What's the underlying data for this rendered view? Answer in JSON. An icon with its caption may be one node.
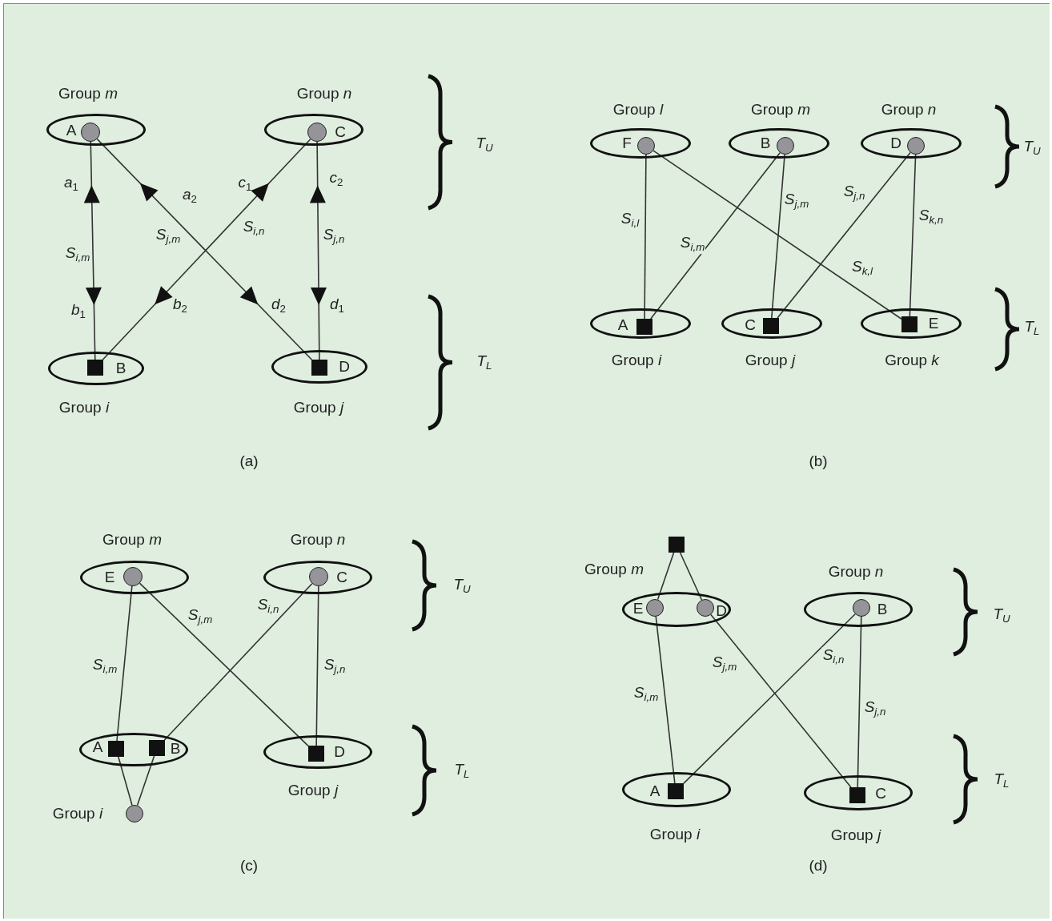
{
  "diagram": {
    "nodes": [
      {
        "text": [
          "Group *m*"
        ]
      },
      {
        "text": [],
        "shape": "circle",
        "beside": [
          "A"
        ],
        "in": 0
      },
      {
        "text": [
          "Group *n*"
        ]
      },
      {
        "text": [],
        "shape": "circle",
        "beside": [
          "C"
        ],
        "in": 2
      },
      {
        "text": [
          "Group *i*"
        ]
      },
      {
        "text": [],
        "shape": "box",
        "beside": [
          "B"
        ],
        "in": 4
      },
      {
        "text": [
          "Group *j*"
        ]
      },
      {
        "text": [],
        "shape": "box",
        "beside": [
          "D"
        ],
        "in": 6
      },
      {
        "text": [
          "Group *l*"
        ]
      },
      {
        "text": [],
        "shape": "circle",
        "beside": [
          "F"
        ],
        "in": 8
      },
      {
        "text": [
          "Group *m*"
        ]
      },
      {
        "text": [],
        "shape": "circle",
        "beside": [
          "B"
        ],
        "in": 10
      },
      {
        "text": [
          "Group *n*"
        ]
      },
      {
        "text": [],
        "shape": "circle",
        "beside": [
          "D"
        ],
        "in": 12
      },
      {
        "text": [
          "Group *i*"
        ]
      },
      {
        "text": [],
        "shape": "box",
        "beside": [
          "A"
        ],
        "in": 14
      },
      {
        "text": [
          "Group *j*"
        ]
      },
      {
        "text": [],
        "shape": "box",
        "beside": [
          "C"
        ],
        "in": 16
      },
      {
        "text": [
          "Group *k*"
        ]
      },
      {
        "text": [],
        "shape": "box",
        "beside": [
          "E"
        ],
        "in": 18
      },
      {
        "text": [
          "Group *m*"
        ]
      },
      {
        "text": [],
        "shape": "circle",
        "beside": [
          "E"
        ],
        "in": 20
      },
      {
        "text": [
          "Group *n*"
        ]
      },
      {
        "text": [],
        "shape": "circle",
        "beside": [
          "C"
        ],
        "in": 22
      },
      {
        "text": [],
        "shape": "ellipse"
      },
      {
        "text": [],
        "shape": "box",
        "beside": [
          "A"
        ],
        "in": 24
      },
      {
        "text": [],
        "shape": "box",
        "beside": [
          "B"
        ],
        "in": 24
      },
      {
        "text": [
          "Group *j*"
        ]
      },
      {
        "text": [],
        "shape": "box",
        "beside": [
          "D"
        ],
        "in": 27
      },
      {
        "text": [],
        "shape": "circle",
        "beside": [
          "Group *i*"
        ]
      },
      {
        "text": [],
        "shape": "box"
      },
      {
        "text": [
          "Group *m*"
        ]
      },
      {
        "text": [],
        "shape": "circle",
        "beside": [
          "E"
        ],
        "in": 31
      },
      {
        "text": [],
        "shape": "circle",
        "beside": [
          "D"
        ],
        "in": 31
      },
      {
        "text": [
          "Group *n*"
        ]
      },
      {
        "text": [],
        "shape": "circle",
        "beside": [
          "B"
        ],
        "in": 34
      },
      {
        "text": [
          "Group *i*"
        ]
      },
      {
        "text": [],
        "shape": "box",
        "beside": [
          "A"
        ],
        "in": 36
      },
      {
        "text": [
          "Group *j*"
        ]
      },
      {
        "text": [],
        "shape": "box",
        "beside": [
          "C"
        ],
        "in": 38
      }
    ],
    "edges": [
      {
        "from": 1,
        "to": 5,
        "arrow": "both",
        "label": "S$_{i,m}$"
      },
      {
        "from": 1,
        "to": 7,
        "arrow": "both",
        "label": "S$_{j,m}$"
      },
      {
        "from": 3,
        "to": 5,
        "arrow": "both",
        "label": "S$_{i,n}$"
      },
      {
        "from": 3,
        "to": 7,
        "arrow": "both",
        "label": "S$_{j,n}$"
      },
      {
        "from": 9,
        "to": 15,
        "arrow": "none",
        "label": "S$_{i,l}$"
      },
      {
        "from": 11,
        "to": 15,
        "arrow": "none",
        "label": "S$_{i,m}$"
      },
      {
        "from": 11,
        "to": 17,
        "arrow": "none",
        "label": "S$_{j,m}$"
      },
      {
        "from": 13,
        "to": 17,
        "arrow": "none",
        "label": "S$_{j,n}$"
      },
      {
        "from": 13,
        "to": 19,
        "arrow": "none",
        "label": "S$_{k,n}$"
      },
      {
        "from": 9,
        "to": 19,
        "arrow": "none",
        "label": "S$_{k,l}$"
      },
      {
        "from": 21,
        "to": 25,
        "arrow": "none",
        "label": "S$_{i,m}$"
      },
      {
        "from": 21,
        "to": 28,
        "arrow": "none",
        "label": "S$_{j,m}$"
      },
      {
        "from": 23,
        "to": 26,
        "arrow": "none",
        "label": "S$_{i,n}$"
      },
      {
        "from": 23,
        "to": 28,
        "arrow": "none",
        "label": "S$_{j,n}$"
      },
      {
        "from": 25,
        "to": 29,
        "arrow": "none"
      },
      {
        "from": 26,
        "to": 29,
        "arrow": "none"
      },
      {
        "from": 30,
        "to": 32,
        "arrow": "none"
      },
      {
        "from": 30,
        "to": 33,
        "arrow": "none"
      },
      {
        "from": 32,
        "to": 37,
        "arrow": "none",
        "label": "S$_{i,m}$"
      },
      {
        "from": 33,
        "to": 39,
        "arrow": "none",
        "label": "S$_{j,m}$"
      },
      {
        "from": 35,
        "to": 37,
        "arrow": "none",
        "label": "S$_{i,n}$"
      },
      {
        "from": 35,
        "to": 39,
        "arrow": "none",
        "label": "S$_{j,n}$"
      }
    ],
    "labels": [
      "*a*$_{1}$",
      "*a*$_{2}$",
      "*c*$_{1}$",
      "*c*$_{2}$",
      "*b*$_{1}$",
      "*b*$_{2}$",
      "*d*$_{2}$",
      "*d*$_{1}$",
      "T$_{U}$",
      "T$_{L}$",
      "(a)",
      "T$_{U}$",
      "T$_{L}$",
      "(b)",
      "T$_{U}$",
      "T$_{L}$",
      "(c)",
      "T$_{U}$",
      "T$_{L}$",
      "(d)"
    ]
  }
}
